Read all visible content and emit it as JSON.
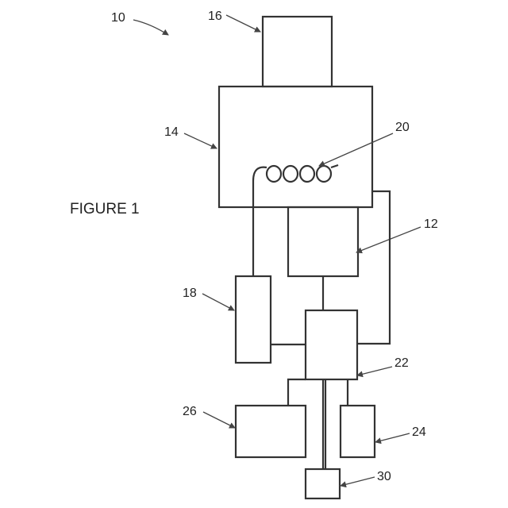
{
  "figure": {
    "title": "FIGURE 1",
    "system_ref": "10"
  },
  "blocks": [
    {
      "id": "16",
      "label": "16"
    },
    {
      "id": "14",
      "label": "14"
    },
    {
      "id": "20",
      "label": "20"
    },
    {
      "id": "12",
      "label": "12"
    },
    {
      "id": "18",
      "label": "18"
    },
    {
      "id": "22",
      "label": "22"
    },
    {
      "id": "26",
      "label": "26"
    },
    {
      "id": "24",
      "label": "24"
    },
    {
      "id": "30",
      "label": "30"
    }
  ]
}
